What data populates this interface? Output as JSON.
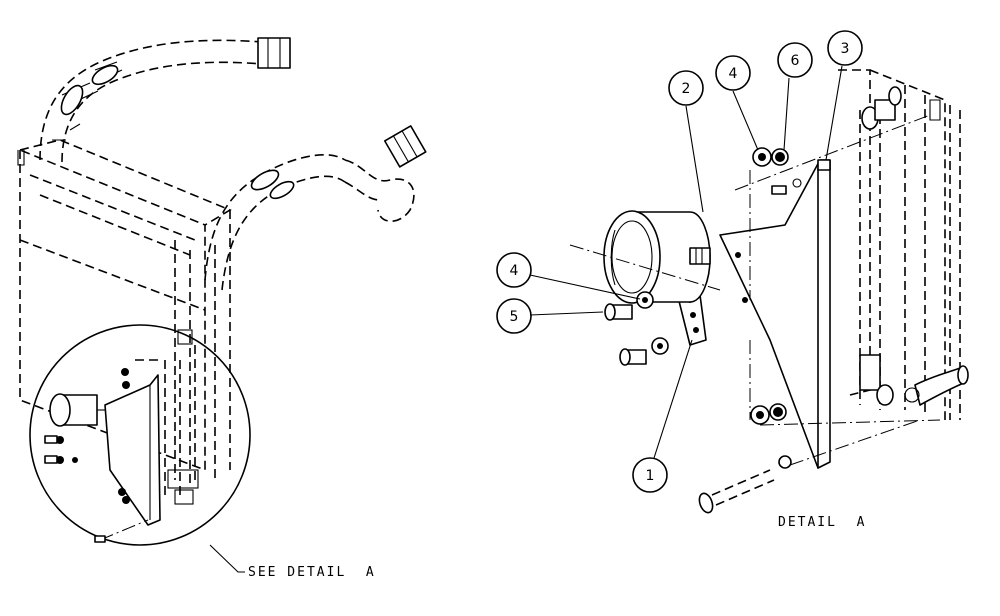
{
  "callouts": [
    {
      "number": "1"
    },
    {
      "number": "2"
    },
    {
      "number": "3"
    },
    {
      "number": "4"
    },
    {
      "number": "4"
    },
    {
      "number": "5"
    },
    {
      "number": "6"
    }
  ],
  "captions": {
    "see_detail": "SEE DETAIL  A",
    "detail": "DETAIL  A"
  }
}
